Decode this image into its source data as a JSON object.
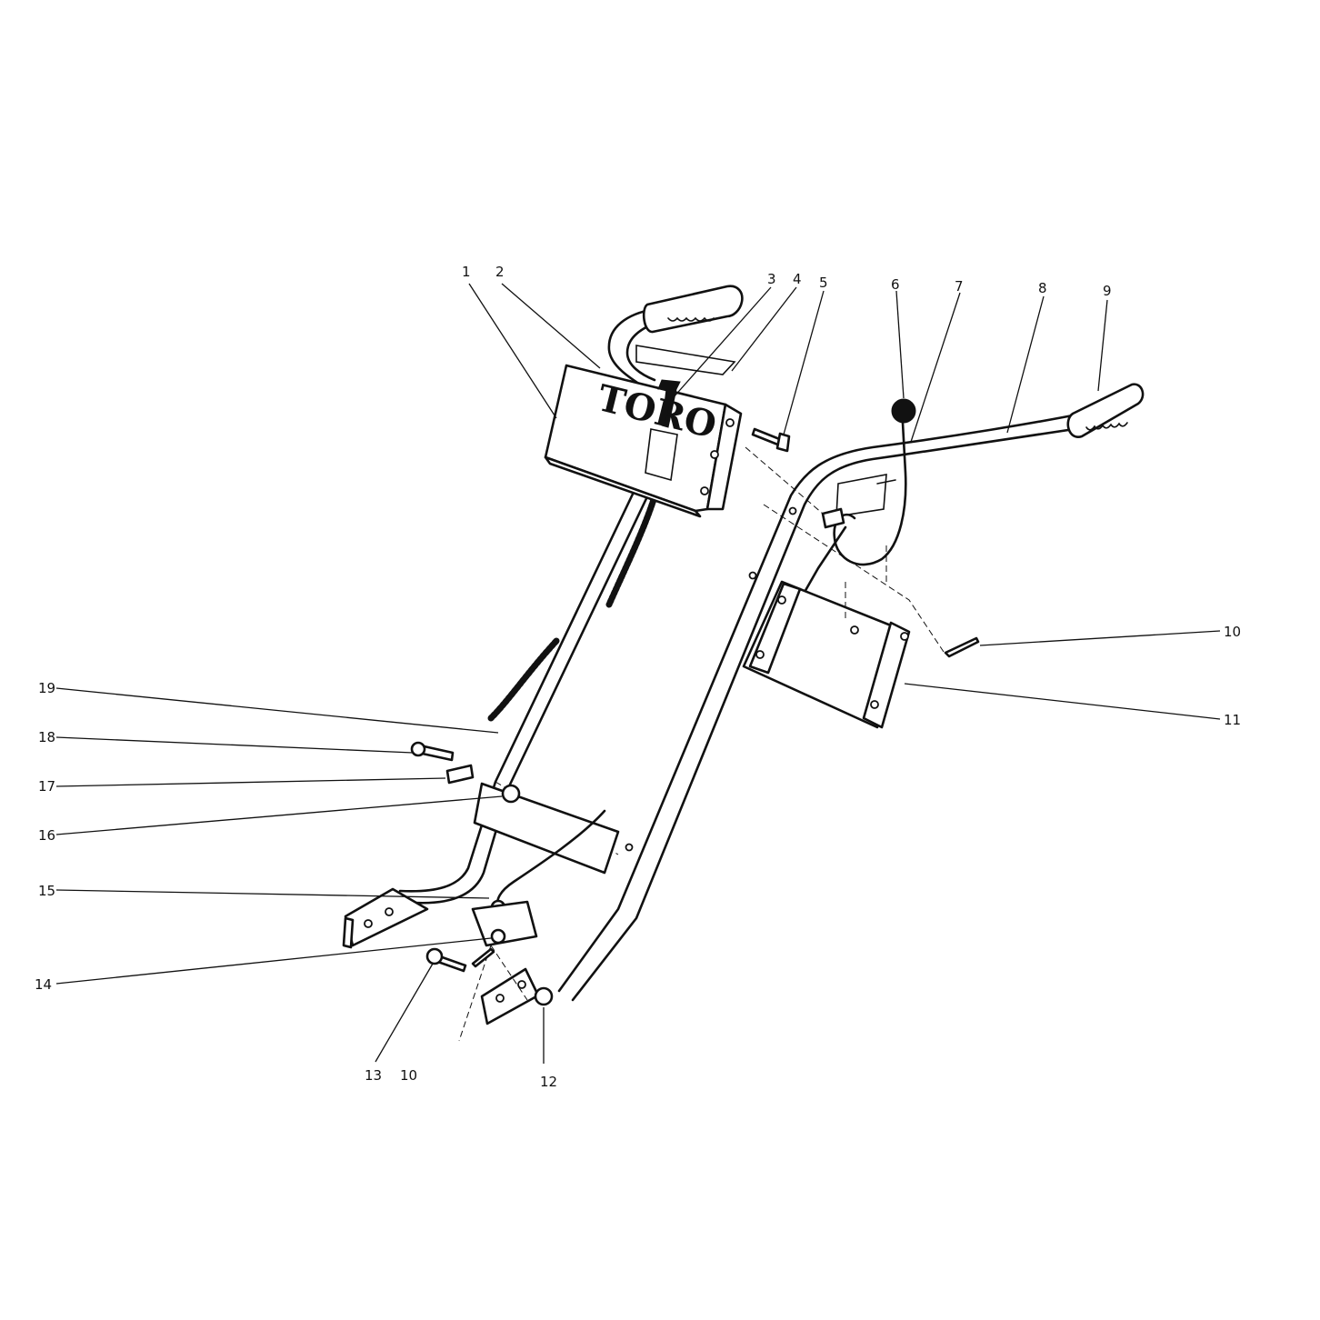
{
  "brand_text": "TORO",
  "callouts": {
    "c1": "1",
    "c2": "2",
    "c3": "3",
    "c4": "4",
    "c5": "5",
    "c6": "6",
    "c7": "7",
    "c8": "8",
    "c9": "9",
    "c10a": "10",
    "c10b": "10",
    "c11": "11",
    "c12": "12",
    "c13": "13",
    "c14": "14",
    "c15": "15",
    "c16": "16",
    "c17": "17",
    "c18": "18",
    "c19": "19"
  },
  "colors": {
    "ink": "#111111",
    "paper": "#ffffff"
  }
}
